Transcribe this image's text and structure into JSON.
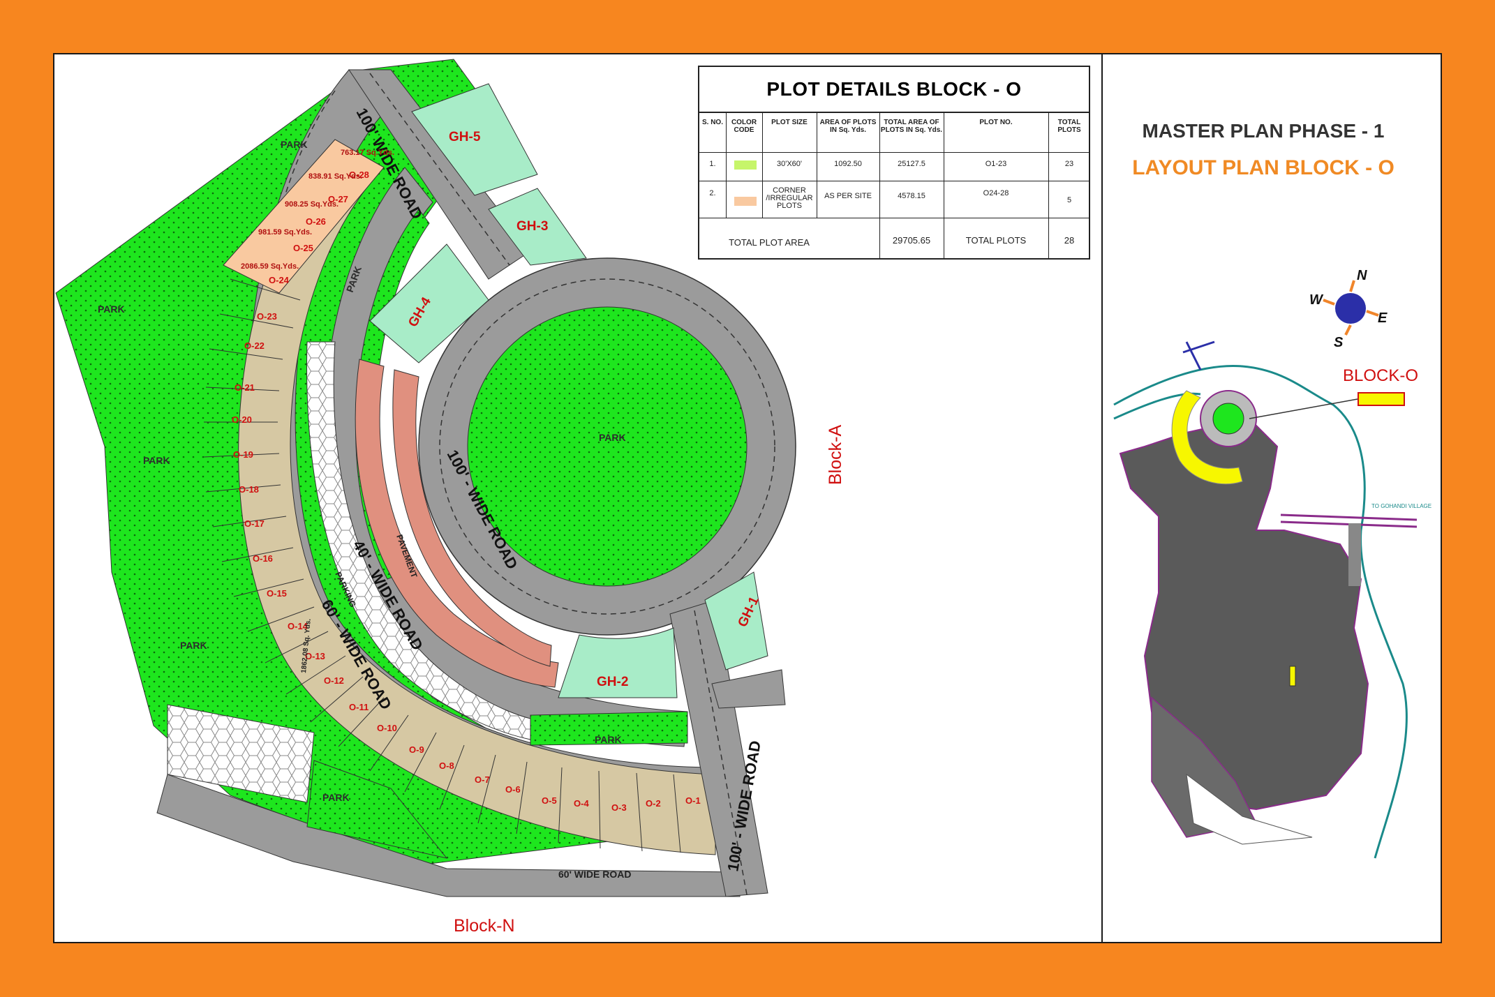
{
  "plot_table": {
    "title": "PLOT DETAILS BLOCK - O",
    "headers": [
      "S. NO.",
      "COLOR CODE",
      "PLOT SIZE",
      "AREA OF PLOTS IN Sq. Yds.",
      "TOTAL AREA OF PLOTS IN Sq. Yds.",
      "PLOT NO.",
      "TOTAL PLOTS"
    ],
    "rows": [
      {
        "sno": "1.",
        "color": "#c6f56a",
        "size": "30'X60'",
        "area": "1092.50",
        "total_area": "25127.5",
        "plot_no": "O1-23",
        "count": "23"
      },
      {
        "sno": "2.",
        "color": "#f9c9a0",
        "size": "CORNER /IRREGULAR PLOTS",
        "area": "AS PER SITE",
        "total_area": "4578.15",
        "plot_no": "O24-28",
        "count": "5"
      }
    ],
    "total_area_label": "TOTAL PLOT AREA",
    "total_area_value": "29705.65",
    "total_plots_label": "TOTAL PLOTS",
    "total_plots_value": "28"
  },
  "titles": {
    "master_plan": "MASTER PLAN PHASE - 1",
    "layout_plan": "LAYOUT PLAN BLOCK - O"
  },
  "compass": {
    "n": "N",
    "s": "S",
    "e": "E",
    "w": "W"
  },
  "key_map": {
    "block_label": "BLOCK-O",
    "village_label": "TO GOHANDI VILLAGE"
  },
  "map": {
    "roads": {
      "road_100_top": "100' WIDE ROAD",
      "road_100_center": "100' - WIDE ROAD",
      "road_40": "40' - WIDE ROAD",
      "road_60": "60' - WIDE ROAD",
      "road_100_bottom": "100' - WIDE ROAD",
      "road_60_bottom": "60' WIDE ROAD"
    },
    "labels": {
      "park": "PARK",
      "pavement": "PAVEMENT",
      "parking": "PARKING",
      "block_a": "Block-A",
      "block_n": "Block-N"
    },
    "group_housing": [
      "GH-1",
      "GH-2",
      "GH-3",
      "GH-4",
      "GH-5"
    ],
    "plots": [
      "O-1",
      "O-2",
      "O-3",
      "O-4",
      "O-5",
      "O-6",
      "O-7",
      "O-8",
      "O-9",
      "O-10",
      "O-11",
      "O-12",
      "O-13",
      "O-14",
      "O-15",
      "O-16",
      "O-17",
      "O-18",
      "O-19",
      "O-20",
      "O-21",
      "O-22",
      "O-23",
      "O-24",
      "O-25",
      "O-26",
      "O-27",
      "O-28"
    ],
    "corner_areas": [
      "763.17 Sq.Yds.",
      "838.91 Sq.Yds.",
      "908.25 Sq.Yds.",
      "981.59 Sq.Yds.",
      "2086.59 Sq.Yds."
    ],
    "plot_12_area": "1862.08 Sq. Yds."
  },
  "colors": {
    "background": "#f7861f",
    "park": "#1ee61e",
    "road": "#9b9b9b",
    "plot": "#d6c8a3",
    "corner_plot": "#f9c9a0",
    "group_housing": "#a8ecc8",
    "commercial": "#e0907f"
  }
}
